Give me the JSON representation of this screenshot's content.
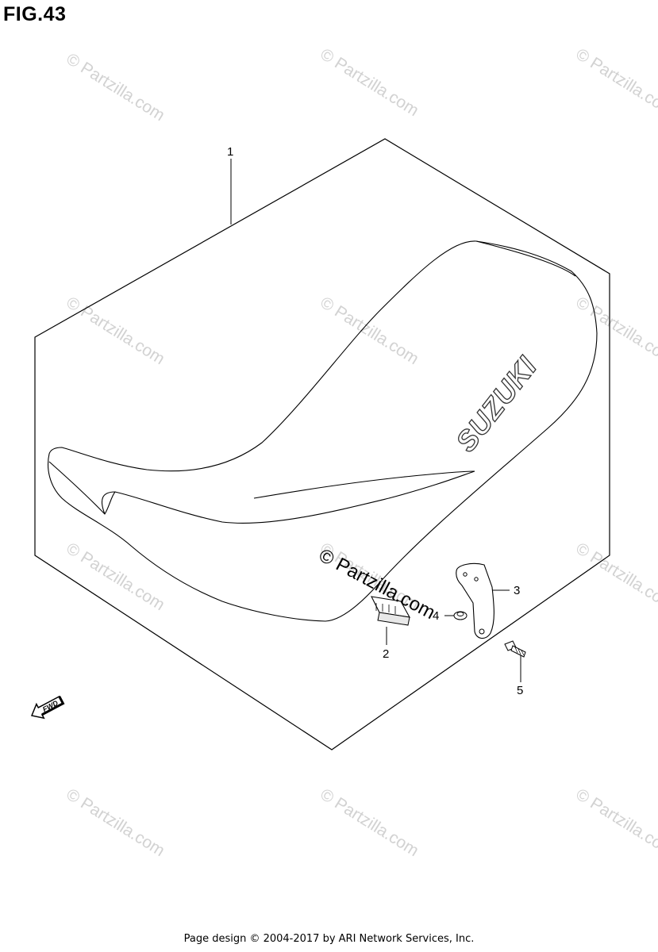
{
  "figure": {
    "title": "FIG.43"
  },
  "watermark": {
    "text": "© Partzilla.com",
    "color": "#d2d2d2"
  },
  "stamp": {
    "text": "© Partzilla.com"
  },
  "seal": {
    "brand_text": "SUZUKI"
  },
  "fwd_arrow": {
    "text": "FWD"
  },
  "callouts": [
    {
      "number": "1"
    },
    {
      "number": "2"
    },
    {
      "number": "3"
    },
    {
      "number": "4"
    },
    {
      "number": "5"
    }
  ],
  "footer": {
    "text": "Page design © 2004-2017 by ARI Network Services, Inc."
  }
}
